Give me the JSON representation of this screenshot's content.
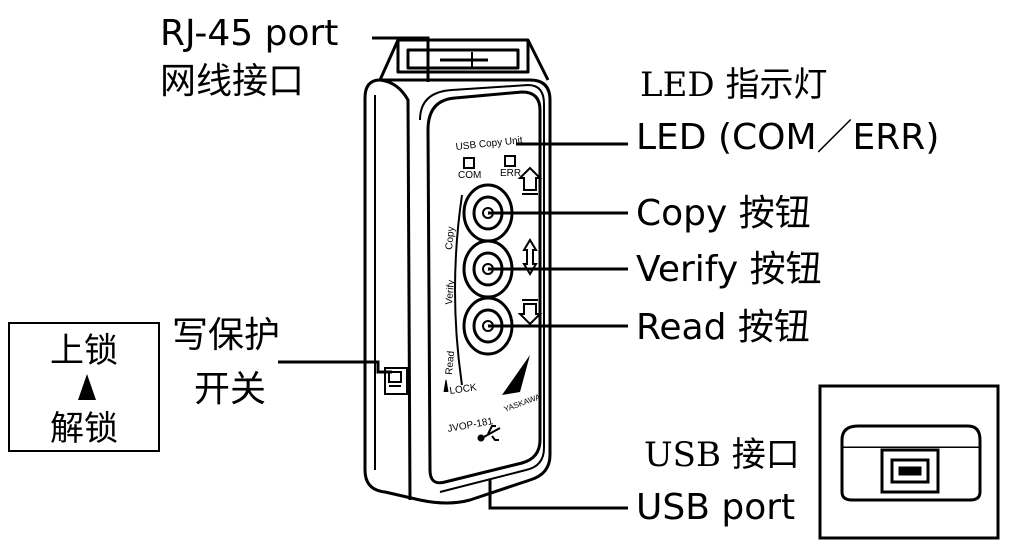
{
  "labels": {
    "rj45_en": "RJ-45 port",
    "rj45_cn": "网线接口",
    "led_cn": "LED 指示灯",
    "led_en": "LED (COM／ERR)",
    "copy": "Copy 按钮",
    "verify": "Verify 按钮",
    "read": "Read 按钮",
    "usb_cn": "USB 接口",
    "usb_en": "USB port",
    "write_protect_line1": "写保护",
    "write_protect_line2": "开关",
    "lock": "上锁",
    "unlock": "解锁"
  },
  "device": {
    "unit_label": "USB Copy Unit",
    "com_label": "COM",
    "err_label": "ERR",
    "copy_label": "Copy",
    "verify_label": "Verify",
    "read_label": "Read",
    "lock_label": "LOCK",
    "model": "JVOP-181",
    "brand": "YASKAWA"
  },
  "icons": [
    "arrow-up-icon",
    "arrow-updown-icon",
    "arrow-down-icon",
    "usb-icon",
    "triangle-up-icon"
  ],
  "colors": {
    "line": "#000000",
    "fill": "#ffffff",
    "led_fill": "#ffffff"
  }
}
